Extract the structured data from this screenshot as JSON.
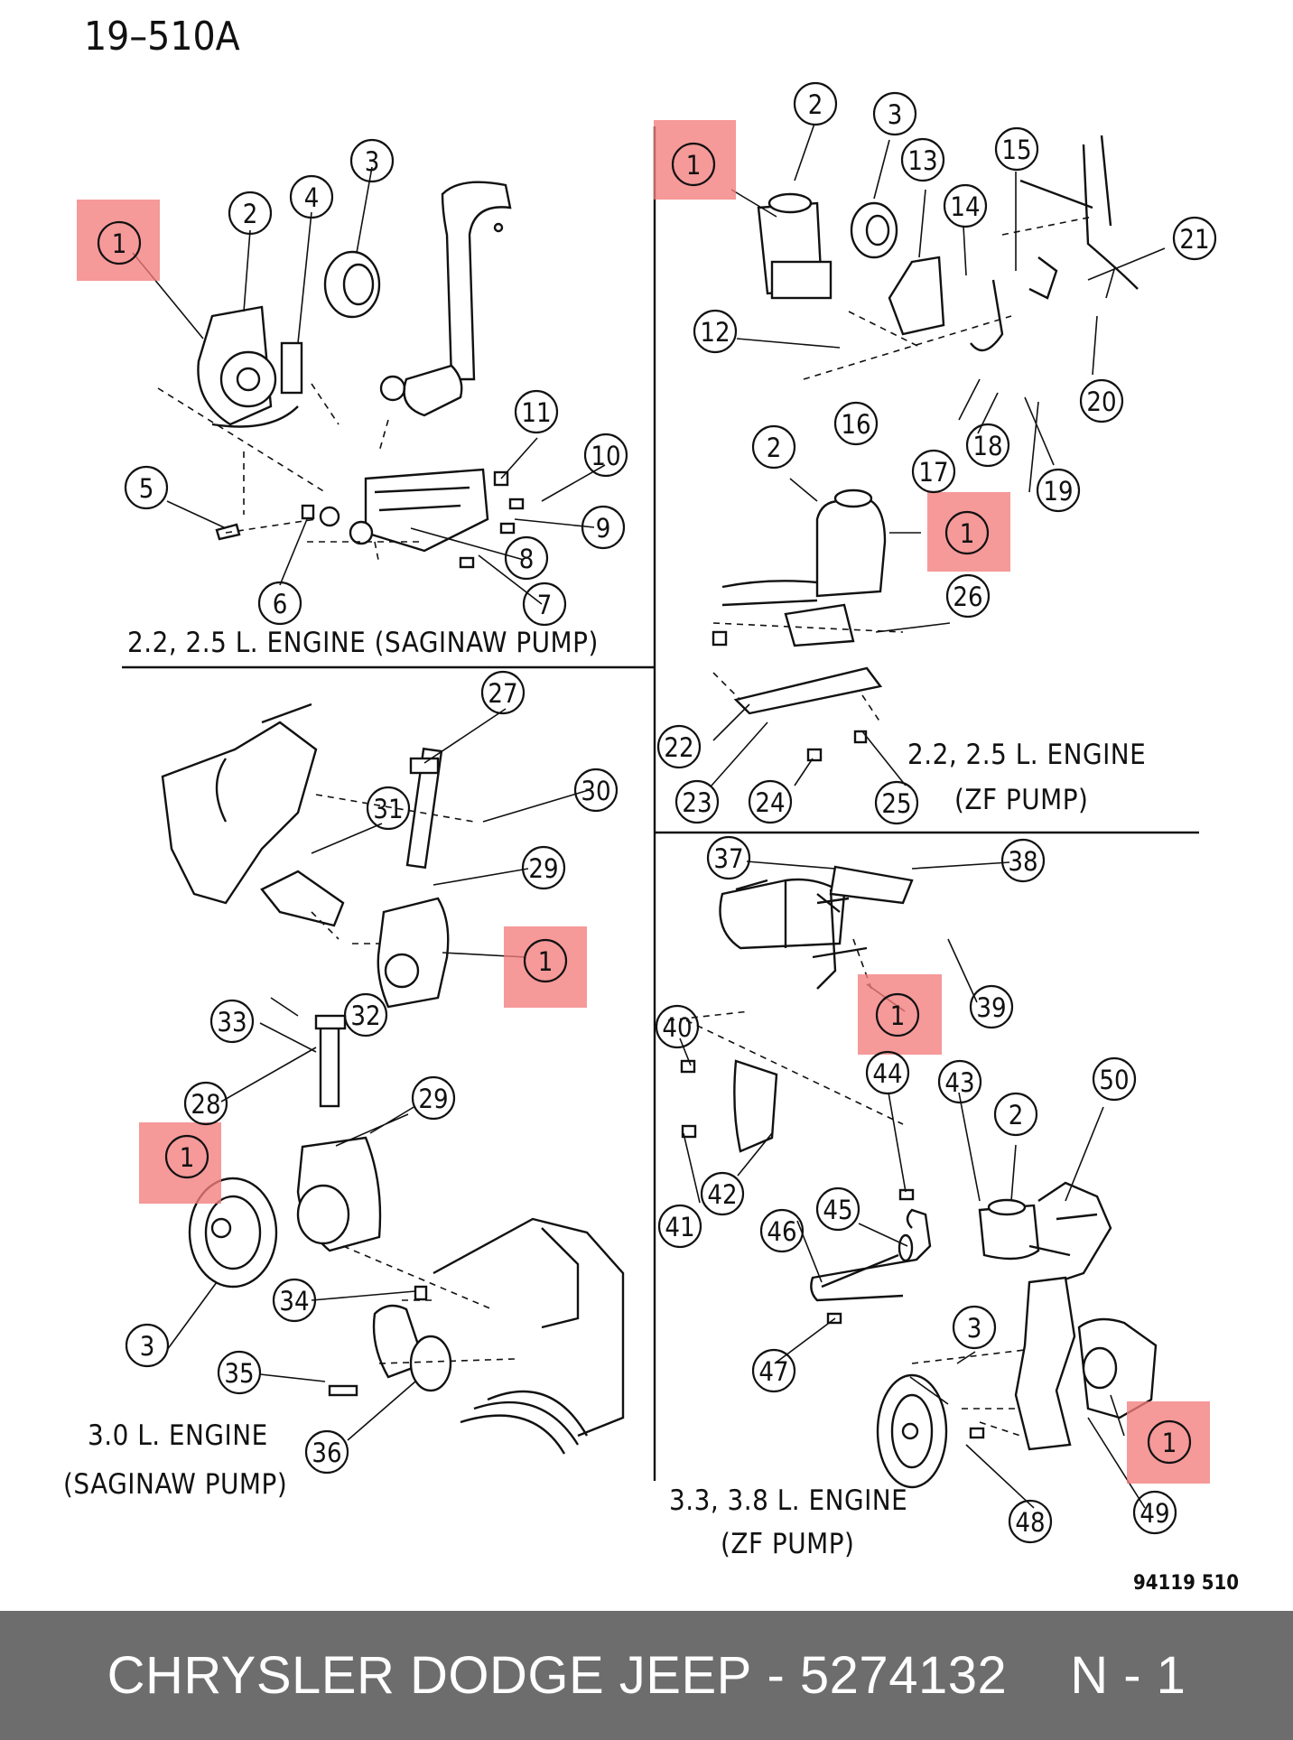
{
  "diagram": {
    "figure_id": "19–510A",
    "code": "94119 510",
    "sections": [
      {
        "line1": "2.2, 2.5 L. ENGINE (SAGINAW PUMP)",
        "line2": ""
      },
      {
        "line1": "2.2, 2.5 L. ENGINE",
        "line2": "(ZF PUMP)"
      },
      {
        "line1": "3.0 L. ENGINE",
        "line2": "(SAGINAW PUMP)"
      },
      {
        "line1": "3.3, 3.8 L. ENGINE",
        "line2": "(ZF PUMP)"
      }
    ],
    "highlighted_part": "1",
    "highlight_color": "#f47c7c"
  },
  "footer": {
    "brand": "CHRYSLER DODGE JEEP",
    "separator": "-",
    "part_number": "5274132",
    "position": "N - 1",
    "background": "#6d6d6d"
  }
}
